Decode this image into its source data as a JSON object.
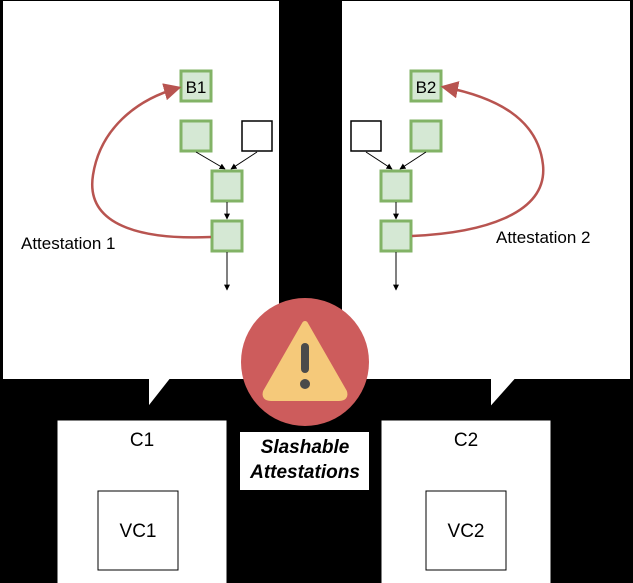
{
  "left_chain": {
    "top_block_label": "B1",
    "attestation_label": "Attestation 1"
  },
  "right_chain": {
    "top_block_label": "B2",
    "attestation_label": "Attestation 2"
  },
  "clients": [
    {
      "label": "C1",
      "validator_label": "VC1"
    },
    {
      "label": "C2",
      "validator_label": "VC2"
    }
  ],
  "warning": {
    "icon": "warning-icon",
    "caption_line1": "Slashable",
    "caption_line2": "Attestations"
  },
  "colors": {
    "background": "#000000",
    "block_fill": "#d5e8d4",
    "block_stroke": "#82b366",
    "attestation_arrow": "#b85450",
    "warning_circle": "#cd5c5c",
    "warning_triangle": "#f5c97a"
  }
}
